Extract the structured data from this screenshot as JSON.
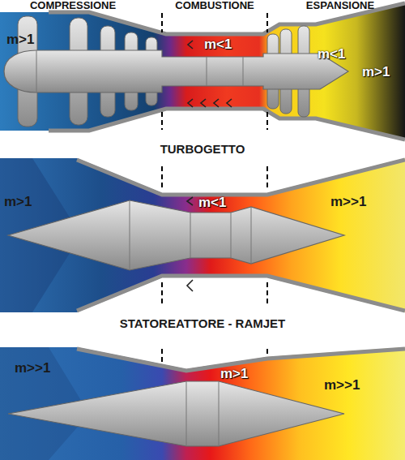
{
  "diagram": {
    "labels": [
      "COMPRESSIONE",
      "COMBUSTIONE",
      "ESPANSIONE",
      "m>1",
      "m<1",
      "m<1",
      "m>1",
      "TURBOGETTO",
      "m>1",
      "m<1",
      "m>>1",
      "STATOREATTORE - RAMJET",
      "m>>1",
      "m>1",
      "m>>1"
    ]
  }
}
